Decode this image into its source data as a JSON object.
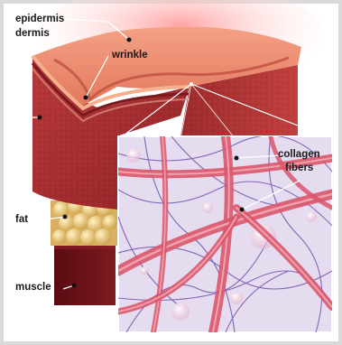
{
  "labels": {
    "epidermis": "epidermis",
    "dermis": "dermis",
    "wrinkle": "wrinkle",
    "collagen_fibers": [
      "collagen",
      "fibers"
    ],
    "fat": "fat",
    "muscle": "muscle"
  },
  "colors": {
    "background": "#ffffff",
    "frame_border": "#d9d9d9",
    "epidermis": "#e8836b",
    "dermis": "#a8302f",
    "fat": "#e8c97a",
    "muscle": "#6e1218",
    "collagen": "#d9566a",
    "elastin": "#6a4aa8",
    "inset_background": "#e6dcf0"
  }
}
